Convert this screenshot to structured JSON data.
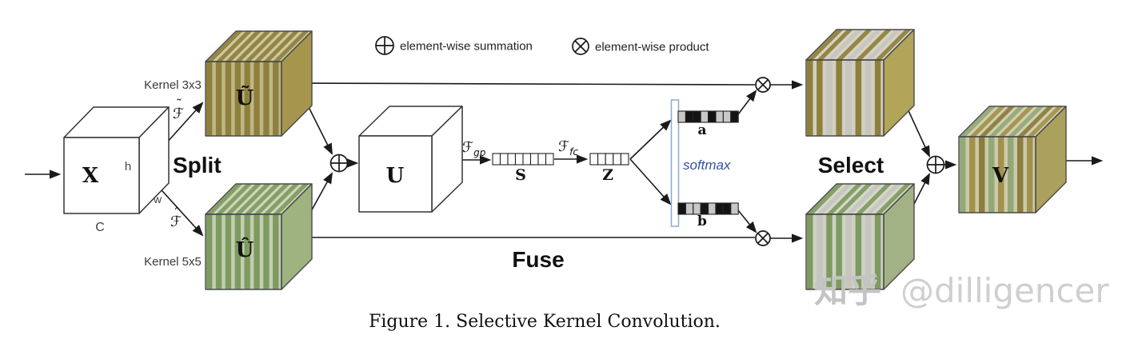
{
  "legend": {
    "summation": "element-wise summation",
    "product": "element-wise product"
  },
  "labels": {
    "kernel_top": "Kernel 3x3",
    "kernel_bottom": "Kernel 5x5",
    "split": "Split",
    "fuse": "Fuse",
    "select": "Select",
    "softmax": "softmax",
    "input_cube": "X",
    "dim_h": "h",
    "dim_w": "w",
    "dim_c": "C",
    "u_tilde": "Ũ",
    "u_hat": "Û",
    "u": "U",
    "s": "S",
    "z": "Z",
    "a": "a",
    "b": "b",
    "v": "V",
    "f_script": "ℱ",
    "tilde_accent": "˜",
    "hat_accent": "ˆ",
    "gp_sub": "gp",
    "fc_sub": "fc"
  },
  "caption": "Figure 1. Selective Kernel Convolution.",
  "watermark": {
    "site": "知乎",
    "handle": "@dilligencer"
  },
  "colors": {
    "line": "#1a1a1a",
    "edge": "#4a4a4a",
    "cube_stroke": "#333333",
    "softmax_text": "#34549c",
    "bracket_blue": "#8fa8cc",
    "cell_black": "#141414",
    "cell_gray": "#c8c8c8",
    "watermark_site": "#c4c4c4",
    "watermark_handle": "#cfcfcf",
    "olive_stripe": "#8e803c",
    "olive_front": "#c0b685",
    "olive_top": "#cfc8a0",
    "olive_side": "#a5954d",
    "green_stripe": "#7f9a61",
    "green_front": "#c2cfae",
    "green_top": "#ccd6b8",
    "green_side": "#9fb381",
    "mix_gray": "#c6c6be",
    "mix_olive_front": "#d3cfc0",
    "mix_olive_top": "#d8d4c4",
    "mix_olive_side": "#b2a458",
    "mix_green_front": "#cdd2c4",
    "mix_green_top": "#d4d8ca",
    "mix_green_side": "#a2b285",
    "v_green": "#93a877",
    "v_olive": "#a1914a",
    "v_olive_dark": "#8a7d3e",
    "v_front": "#ccc9a8",
    "v_top": "#d2cfae",
    "v_side": "#aba05e"
  }
}
